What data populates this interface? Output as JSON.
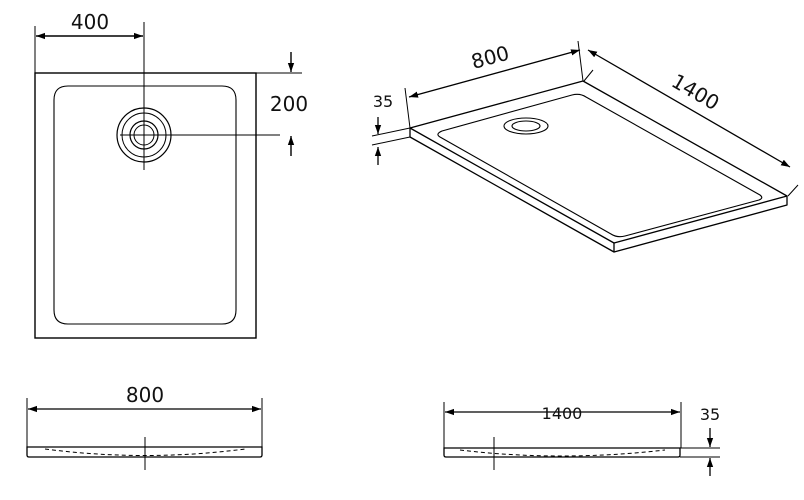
{
  "colors": {
    "line": "#000000",
    "background": "#ffffff"
  },
  "top_view": {
    "width_to_drain": "400",
    "drain_offset": "200"
  },
  "iso_view": {
    "width": "800",
    "length": "1400",
    "height": "35"
  },
  "front_view": {
    "width": "800"
  },
  "side_view": {
    "length": "1400",
    "height": "35"
  }
}
